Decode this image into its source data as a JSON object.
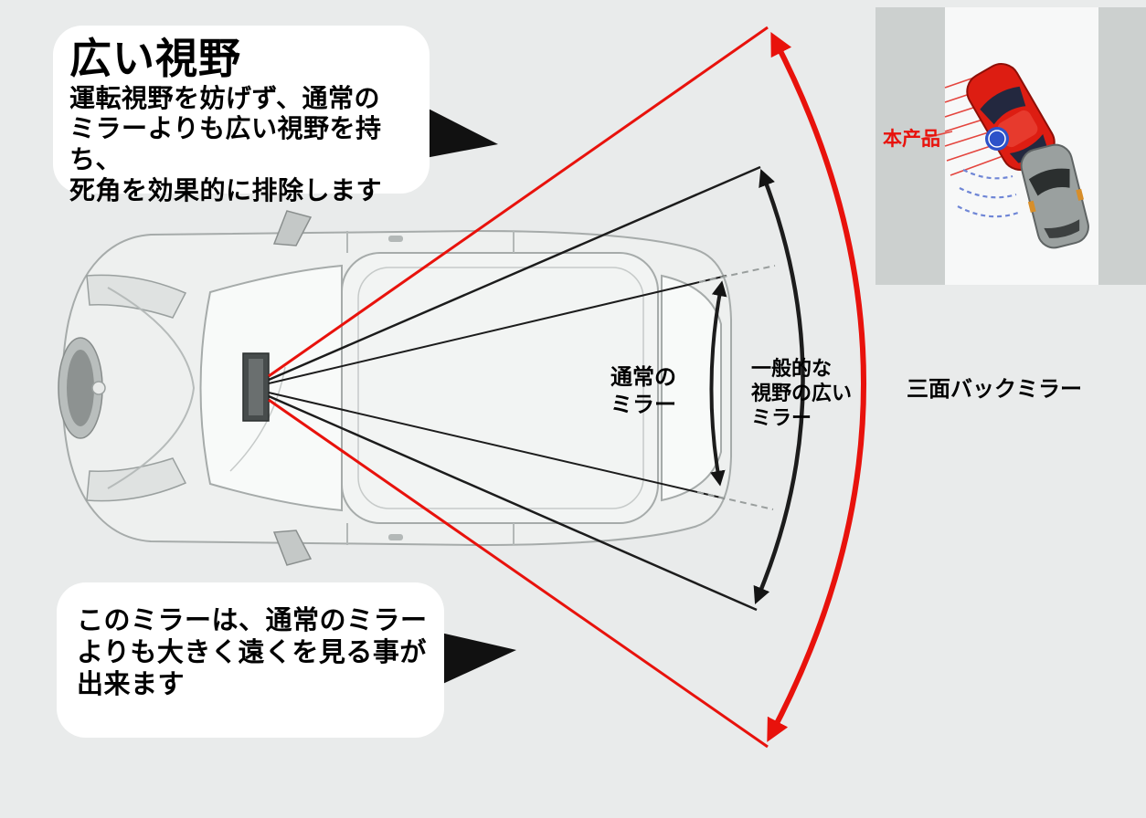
{
  "background_color": "#e9ebeb",
  "callout_top": {
    "title": "広い視野",
    "lines": [
      "運転視野を妨げず、通常の",
      "ミラーよりも広い視野を持ち、",
      "死角を効果的に排除します"
    ]
  },
  "callout_bottom": {
    "lines": [
      "このミラーは、通常のミラー",
      "よりも大きく遠くを見る事が",
      "出来ます"
    ]
  },
  "labels": {
    "normal_mirror": [
      "通常の",
      "ミラー"
    ],
    "wide_mirror": [
      "一般的な",
      "視野の広い",
      "ミラー"
    ],
    "product_mirror": "三面バックミラー",
    "inset_product": "本产品"
  },
  "colors": {
    "product_red": "#e8120c",
    "arc_black": "#1c1c1c",
    "dash_gray": "#999e9d",
    "car_outline": "#a6abaa",
    "pillar_gray": "#ccd0cf"
  }
}
